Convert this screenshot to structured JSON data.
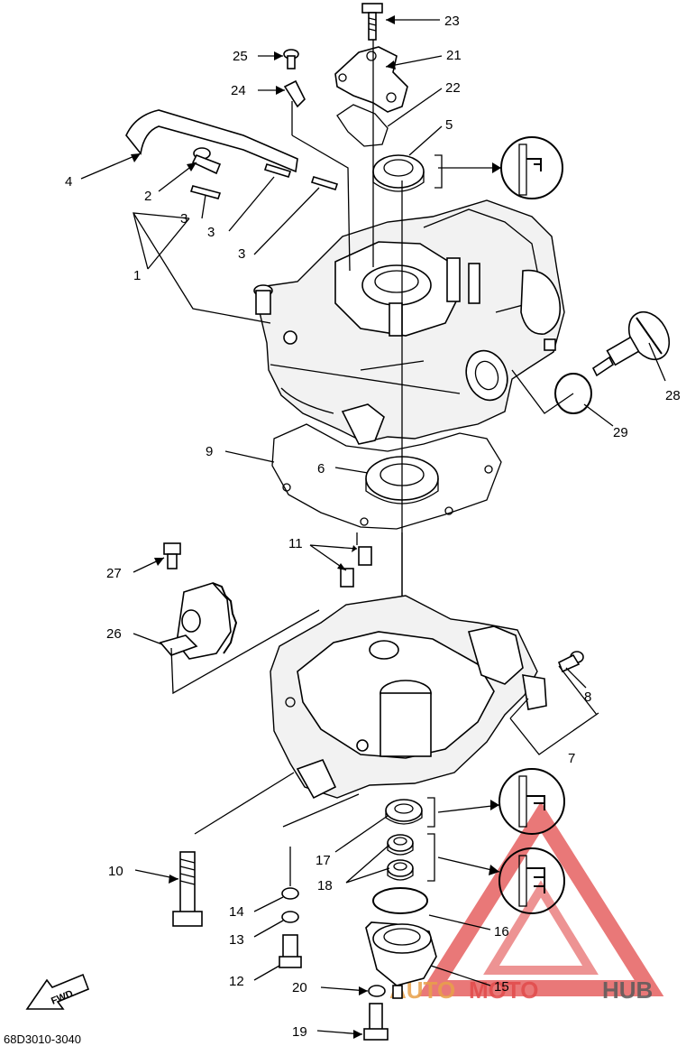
{
  "diagram_code": "68D3010-3040",
  "fwd_label": "FWD",
  "watermark": {
    "part1": "AUTO",
    "part2": "MOTO",
    "part3": "HUB"
  },
  "callouts": [
    {
      "id": "c23",
      "label": "23"
    },
    {
      "id": "c21",
      "label": "21"
    },
    {
      "id": "c25",
      "label": "25"
    },
    {
      "id": "c24",
      "label": "24"
    },
    {
      "id": "c22",
      "label": "22"
    },
    {
      "id": "c5",
      "label": "5"
    },
    {
      "id": "c4",
      "label": "4"
    },
    {
      "id": "c2",
      "label": "2"
    },
    {
      "id": "c3a",
      "label": "3"
    },
    {
      "id": "c3b",
      "label": "3"
    },
    {
      "id": "c3c",
      "label": "3"
    },
    {
      "id": "c1",
      "label": "1"
    },
    {
      "id": "c28",
      "label": "28"
    },
    {
      "id": "c29",
      "label": "29"
    },
    {
      "id": "c9",
      "label": "9"
    },
    {
      "id": "c6",
      "label": "6"
    },
    {
      "id": "c11",
      "label": "11"
    },
    {
      "id": "c27",
      "label": "27"
    },
    {
      "id": "c26",
      "label": "26"
    },
    {
      "id": "c8",
      "label": "8"
    },
    {
      "id": "c7",
      "label": "7"
    },
    {
      "id": "c10",
      "label": "10"
    },
    {
      "id": "c17",
      "label": "17"
    },
    {
      "id": "c18",
      "label": "18"
    },
    {
      "id": "c14",
      "label": "14"
    },
    {
      "id": "c16",
      "label": "16"
    },
    {
      "id": "c13",
      "label": "13"
    },
    {
      "id": "c12",
      "label": "12"
    },
    {
      "id": "c20",
      "label": "20"
    },
    {
      "id": "c15",
      "label": "15"
    },
    {
      "id": "c19",
      "label": "19"
    }
  ]
}
